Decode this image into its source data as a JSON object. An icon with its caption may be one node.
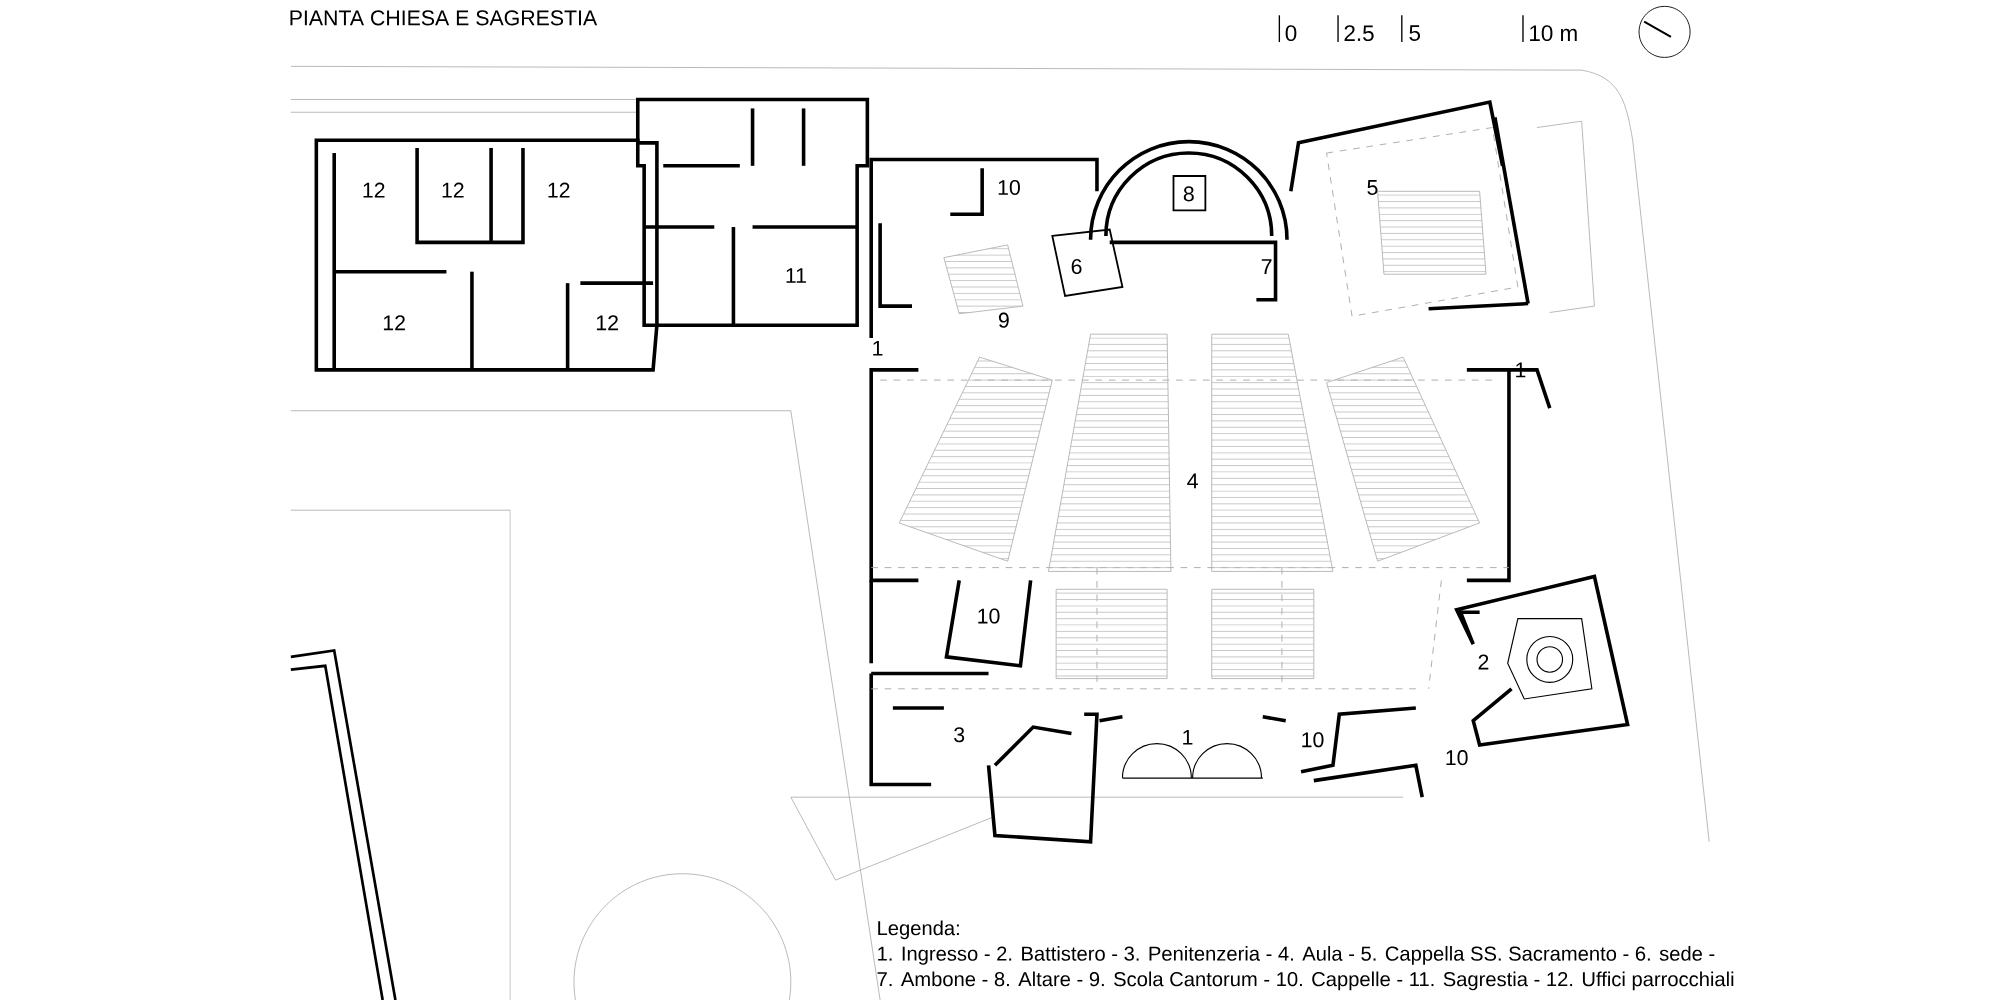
{
  "diagram": {
    "title": "PIANTA CHIESA E SAGRESTIA",
    "labels": [
      "0",
      "2.5",
      "5",
      "10  m",
      "12",
      "12",
      "12",
      "10",
      "8",
      "5",
      "11",
      "6",
      "7",
      "12",
      "12",
      "9",
      "1",
      "1",
      "4",
      "10",
      "2",
      "3",
      "1",
      "10",
      "10",
      "Legenda:",
      "1. Ingresso - 2. Battistero - 3. Penitenzeria - 4. Aula - 5. Cappella SS. Sacramento - 6. sede -",
      "7. Ambone - 8. Altare - 9. Scola Cantorum - 10. Cappelle - 11. Sagrestia - 12. Uffici parrocchiali"
    ]
  }
}
